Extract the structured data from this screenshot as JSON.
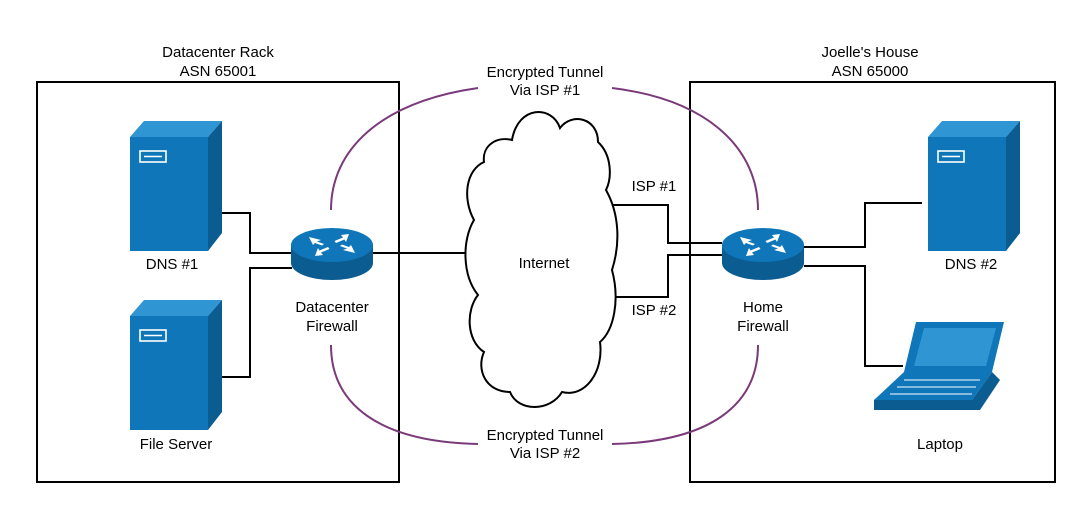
{
  "colors": {
    "device_blue": "#0f76b9",
    "device_dark": "#0a5c91",
    "device_light": "#2f95d3",
    "tunnel": "#7a3a7a",
    "wire": "#000000"
  },
  "left_site": {
    "title_line1": "Datacenter Rack",
    "title_line2": "ASN 65001"
  },
  "right_site": {
    "title_line1": "Joelle's House",
    "title_line2": "ASN 65000"
  },
  "tunnel_top": {
    "line1": "Encrypted Tunnel",
    "line2": "Via ISP #1"
  },
  "tunnel_bottom": {
    "line1": "Encrypted Tunnel",
    "line2": "Via ISP #2"
  },
  "nodes": {
    "dns1": {
      "label": "DNS #1",
      "icon": "server-icon"
    },
    "file_server": {
      "label": "File Server",
      "icon": "server-icon"
    },
    "dc_firewall": {
      "label_line1": "Datacenter",
      "label_line2": "Firewall",
      "icon": "router-icon"
    },
    "internet": {
      "label": "Internet",
      "icon": "cloud-icon"
    },
    "home_firewall": {
      "label_line1": "Home",
      "label_line2": "Firewall",
      "icon": "router-icon"
    },
    "dns2": {
      "label": "DNS #2",
      "icon": "server-icon"
    },
    "laptop": {
      "label": "Laptop",
      "icon": "laptop-icon"
    }
  },
  "links": {
    "isp1": "ISP #1",
    "isp2": "ISP #2"
  }
}
